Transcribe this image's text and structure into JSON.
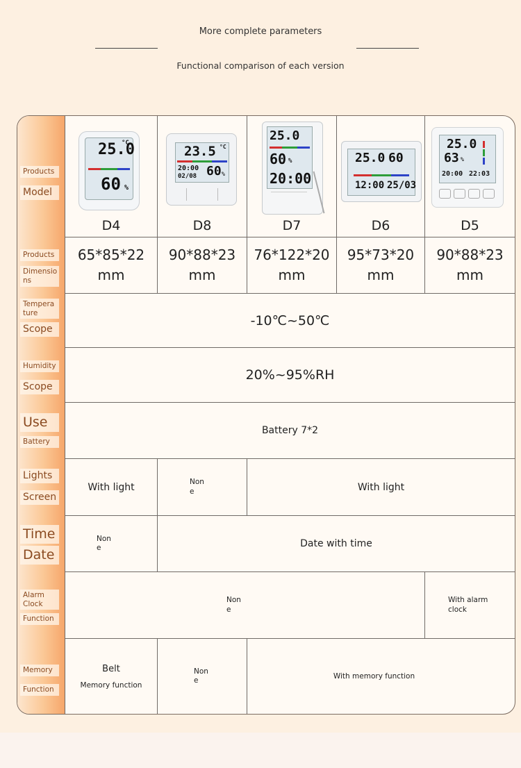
{
  "header": {
    "title": "More complete parameters",
    "subtitle": "Functional comparison of each version"
  },
  "labels": {
    "model": [
      "Products",
      "Model"
    ],
    "dimensions": [
      "Products",
      "Dimensio",
      "ns"
    ],
    "temperature": [
      "Tempera",
      "ture",
      "Scope"
    ],
    "humidity": [
      "Humidity",
      "Scope"
    ],
    "battery": [
      "Use",
      "Battery"
    ],
    "lights": [
      "Lights",
      "Screen"
    ],
    "time": [
      "Time",
      "Date"
    ],
    "alarm": [
      "Alarm",
      "Clock",
      "Function"
    ],
    "memory": [
      "Memory",
      "Function"
    ]
  },
  "models": [
    {
      "name": "D4",
      "dimensions": [
        "65*85*22",
        "mm"
      ],
      "lcd": [
        "25.0",
        "°C",
        "60",
        "%"
      ]
    },
    {
      "name": "D8",
      "dimensions": [
        "90*88*23",
        "mm"
      ],
      "lcd": [
        "23.5",
        "°C",
        "20:00",
        "02/08",
        "60",
        "%"
      ]
    },
    {
      "name": "D7",
      "dimensions": [
        "76*122*20",
        "mm"
      ],
      "lcd": [
        "25.0",
        "60",
        "%",
        "20:00"
      ]
    },
    {
      "name": "D6",
      "dimensions": [
        "95*73*20",
        "mm"
      ],
      "lcd": [
        "25.0",
        "60",
        "12:00",
        "25/03"
      ]
    },
    {
      "name": "D5",
      "dimensions": [
        "90*88*23",
        "mm"
      ],
      "lcd": [
        "25.0",
        "63",
        "%",
        "20:00",
        "22:03"
      ]
    }
  ],
  "values": {
    "temperature": "-10℃~50℃",
    "humidity": "20%~95%RH",
    "battery": "Battery 7*2",
    "lights_d4": "With light",
    "lights_d8": [
      "Non",
      "e"
    ],
    "lights_rest": "With light",
    "time_d4": [
      "Non",
      "e"
    ],
    "time_rest": "Date with time",
    "alarm_none": [
      "Non",
      "e"
    ],
    "alarm_d5": [
      "With alarm",
      "clock"
    ],
    "memory_d4": [
      "Belt",
      "Memory function"
    ],
    "memory_d8": [
      "Non",
      "e"
    ],
    "memory_rest": "With memory function"
  },
  "colors": {
    "accent": "#f6a66a",
    "label_text": "#8a4a20",
    "background": "#fdf0e1"
  }
}
